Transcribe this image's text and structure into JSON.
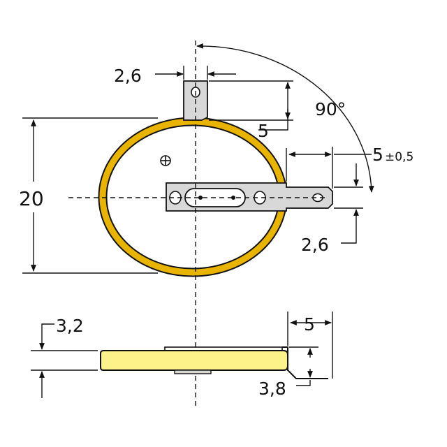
{
  "colors": {
    "cell_fill": "#fbf28a",
    "cell_ring": "#e8b400",
    "tab_fill": "#d8d8d8",
    "line": "#111111",
    "background": "#ffffff"
  },
  "labels": {
    "tab_width_top": "2,6",
    "angle": "90°",
    "tab_height": "5",
    "side_tab_length_main": "5",
    "side_tab_length_tol": "±0,5",
    "height": "20",
    "side_tab_width": "2,6",
    "side_thickness": "3,2",
    "side_tab_offset": "5",
    "side_lead_height": "3,8"
  },
  "icons": {
    "polarity": "plus-in-circle-icon"
  }
}
